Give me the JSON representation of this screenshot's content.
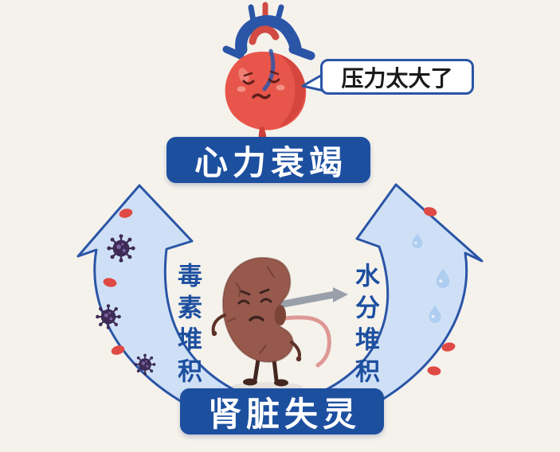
{
  "banners": {
    "top": "心力衰竭",
    "bottom": "肾脏失灵"
  },
  "speech_bubble": {
    "text": "压力太大了"
  },
  "cycle_labels": {
    "left": "毒素堆积",
    "right": "水分堆积"
  },
  "icons": {
    "heart": "cartoon-heart-character",
    "kidney": "cartoon-kidney-character",
    "left_arrow_items": [
      "red-blood-cell-icon",
      "virus-toxin-icon"
    ],
    "right_arrow_items": [
      "red-blood-cell-icon",
      "water-droplet-icon"
    ]
  },
  "colors": {
    "background": "#f5f2ec",
    "banner_bg": "#1d4f9f",
    "banner_text": "#ffffff",
    "arrow_fill": "#cfe0f6",
    "arrow_stroke": "#2a55a6",
    "label_text": "#1d4f9f",
    "bubble_bg": "#ffffff",
    "bubble_border": "#2a55a6",
    "bubble_text": "#1a1a1a",
    "virus": "#3d2b56",
    "droplet": "#aecdf0",
    "blood_cell": "#e04a44",
    "heart": "#e8564b",
    "kidney": "#98594d"
  }
}
